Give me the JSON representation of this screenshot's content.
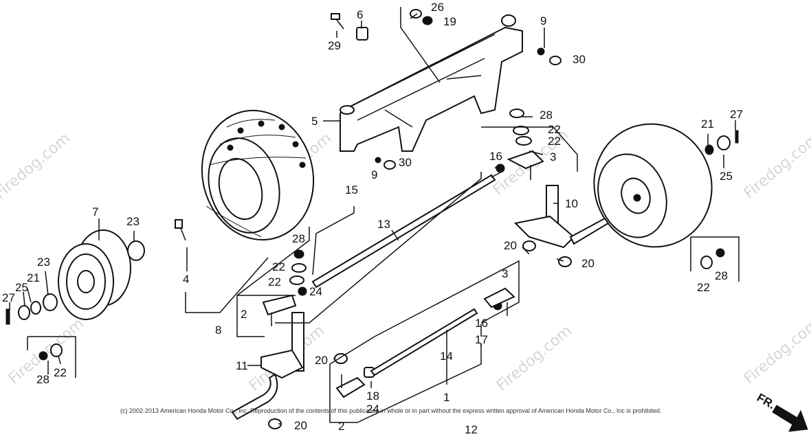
{
  "watermark": "Firedog.com",
  "copyright": "(c) 2002-2013 American Honda Motor Co., Inc. Reproduction of the contents of this publication in whole or in part without the express written approval of American Honda Motor Co., Inc is prohibited.",
  "direction_arrow": "FR.",
  "callouts": {
    "c1": "1",
    "c2a": "2",
    "c2b": "2",
    "c3a": "3",
    "c3b": "3",
    "c4": "4",
    "c5": "5",
    "c6": "6",
    "c7": "7",
    "c8": "8",
    "c9a": "9",
    "c9b": "9",
    "c10": "10",
    "c11": "11",
    "c12": "12",
    "c13": "13",
    "c14": "14",
    "c15": "15",
    "c16a": "16",
    "c16b": "16",
    "c17": "17",
    "c18": "18",
    "c19": "19",
    "c20a": "20",
    "c20b": "20",
    "c20c": "20",
    "c20d": "20",
    "c21a": "21",
    "c21b": "21",
    "c22a": "22",
    "c22b": "22",
    "c22c": "22",
    "c22d": "22",
    "c22e": "22",
    "c22f": "22",
    "c23a": "23",
    "c23b": "23",
    "c24a": "24",
    "c24b": "24",
    "c25a": "25",
    "c25b": "25",
    "c26": "26",
    "c27a": "27",
    "c27b": "27",
    "c28a": "28",
    "c28b": "28",
    "c28c": "28",
    "c28d": "28",
    "c29": "29",
    "c30a": "30",
    "c30b": "30"
  }
}
